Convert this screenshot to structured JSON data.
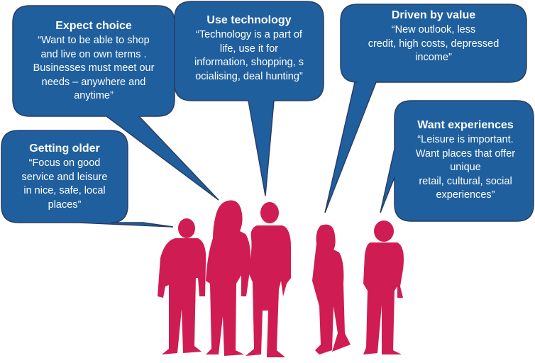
{
  "theme": {
    "bubble_fill": "#1f5f9e",
    "bubble_stroke": "#2a3d66",
    "people_fill": "#cf1c52",
    "text": "#ffffff"
  },
  "bubbles": [
    {
      "id": "expect-choice",
      "title": "Expect choice",
      "body": "“Want to be able to shop\nand live on own terms .\nBusinesses must meet our\nneeds – anywhere and\nanytime”"
    },
    {
      "id": "use-technology",
      "title": "Use technology",
      "body": "“Technology is a part of\nlife, use it for\ninformation, shopping, s\nocialising, deal hunting”"
    },
    {
      "id": "driven-by-value",
      "title": "Driven by value",
      "body": "“New outlook, less\ncredit, high costs, depressed\nincome”"
    },
    {
      "id": "getting-older",
      "title": "Getting older",
      "body": "“Focus on good\nservice and leisure\nin nice, safe, local\nplaces”"
    },
    {
      "id": "want-experiences",
      "title": "Want experiences",
      "body": "“Leisure is important.\nWant places that offer\nunique\nretail, cultural,  social\nexperiences”"
    }
  ]
}
